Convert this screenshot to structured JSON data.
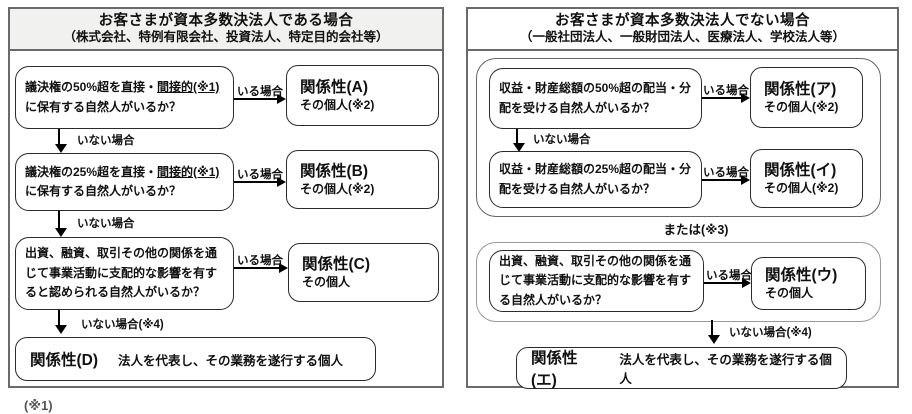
{
  "left": {
    "title": "お客さまが資本多数決法人である場合",
    "subtitle": "（株式会社、特例有限会社、投資法人、特定目的会社等）",
    "q1_pre": "議決権の50%超を直接・",
    "q1_u": "間接的(※1)",
    "q1_post": "に保有する自然人がいるか？",
    "q2_pre": "議決権の25%超を直接・",
    "q2_u": "間接的(※1)",
    "q2_post": "に保有する自然人がいるか？",
    "q3": "出資、融資、取引その他の関係を通じて事業活動に支配的な影響を有すると認められる自然人がいるか？",
    "yes_label": "いる場合",
    "no_label": "いない場合",
    "no4_label": "いない場合(※4)",
    "rA_title": "関係性(A)",
    "rA_sub": "その個人(※2)",
    "rB_title": "関係性(B)",
    "rB_sub": "その個人(※2)",
    "rC_title": "関係性(C)",
    "rC_sub": "その個人",
    "rD_title": "関係性(D)",
    "rD_text": "法人を代表し、その業務を遂行する個人"
  },
  "right": {
    "title": "お客さまが資本多数決法人でない場合",
    "subtitle": "（一般社団法人、一般財団法人、医療法人、学校法人等）",
    "q1": "収益・財産総額の50%超の配当・分配を受ける自然人がいるか？",
    "q2": "収益・財産総額の25%超の配当・分配を受ける自然人がいるか？",
    "q3": "出資、融資、取引その他の関係を通じて事業活動に支配的な影響を有する自然人がいるか？",
    "or_label": "または(※3)",
    "yes_label": "いる場合",
    "no_label": "いない場合",
    "no4_label": "いない場合(※4)",
    "rA_title": "関係性(ア)",
    "rA_sub": "その個人(※2)",
    "rB_title": "関係性(イ)",
    "rB_sub": "その個人(※2)",
    "rC_title": "関係性(ウ)",
    "rC_sub": "その個人",
    "rD_title": "関係性(エ)",
    "rD_text": "法人を代表し、その業務を遂行する個人"
  },
  "footnote_fragment": "(※1)"
}
